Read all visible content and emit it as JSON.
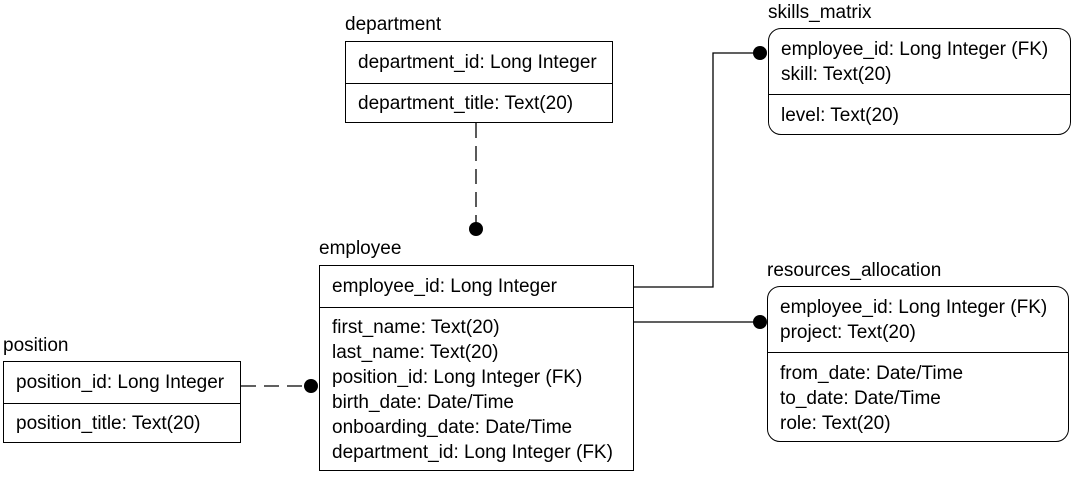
{
  "entities": {
    "department": {
      "title": "department",
      "keys": [
        "department_id: Long Integer"
      ],
      "attributes": [
        "department_title: Text(20)"
      ]
    },
    "skills_matrix": {
      "title": "skills_matrix",
      "keys": [
        "employee_id: Long Integer (FK)",
        "skill: Text(20)"
      ],
      "attributes": [
        "level: Text(20)"
      ]
    },
    "employee": {
      "title": "employee",
      "keys": [
        "employee_id: Long Integer"
      ],
      "attributes": [
        "first_name: Text(20)",
        "last_name: Text(20)",
        "position_id: Long Integer (FK)",
        "birth_date: Date/Time",
        "onboarding_date: Date/Time",
        "department_id: Long Integer (FK)"
      ]
    },
    "resources_allocation": {
      "title": "resources_allocation",
      "keys": [
        "employee_id: Long Integer (FK)",
        "project: Text(20)"
      ],
      "attributes": [
        "from_date: Date/Time",
        "to_date: Date/Time",
        "role: Text(20)"
      ]
    },
    "position": {
      "title": "position",
      "keys": [
        "position_id: Long Integer"
      ],
      "attributes": [
        "position_title: Text(20)"
      ]
    }
  },
  "colors": {
    "line": "#000000",
    "background": "#ffffff"
  }
}
